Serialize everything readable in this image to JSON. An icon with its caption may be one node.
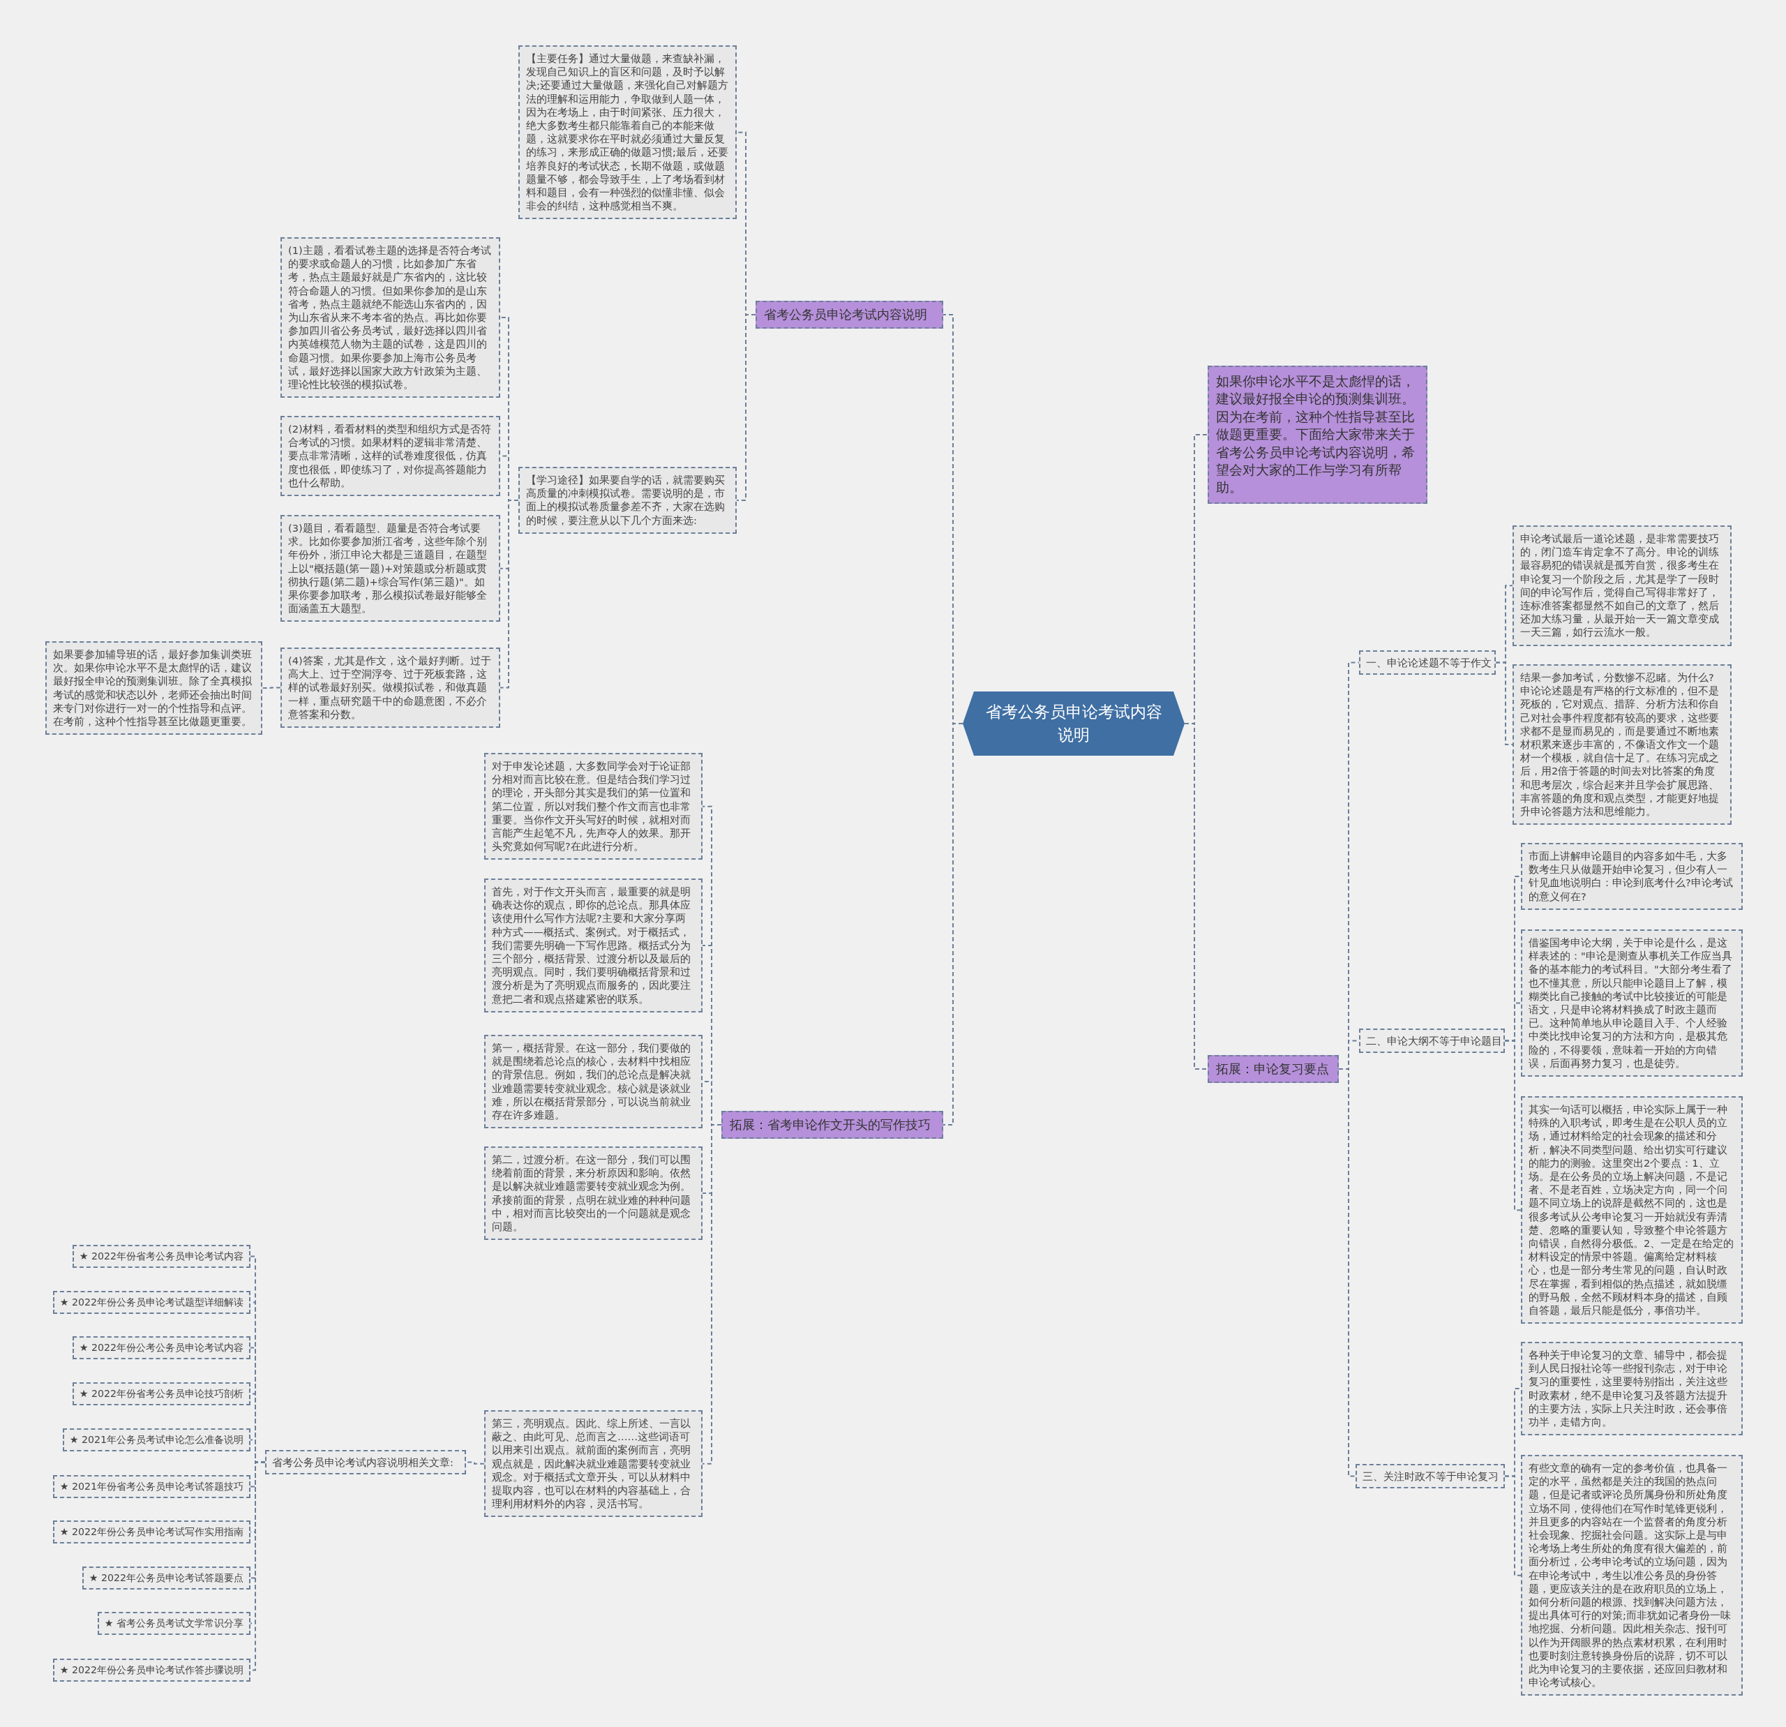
{
  "diagram": {
    "nodes": [
      {
        "text": [
          "省考公务员申论考试内容说明"
        ]
      },
      {
        "text": [
          "省考公务员申论考试内容说明"
        ]
      },
      {
        "text": [
          "【主要任务】通过大量做题，来查缺补漏，发现自己知识上的盲区和问题，及时予以解决;还要通过大量做题，来强化自己对解题方法的理解和运用能力，争取做到人题一体，因为在考场上，由于时间紧张、压力很大，绝大多数考生都只能靠着自己的本能来做题，这就要求你在平时就必须通过大量反复的练习，来形成正确的做题习惯;最后，还要培养良好的考试状态，长期不做题，或做题题量不够，都会导致手生，上了考场看到材料和题目，会有一种强烈的似懂非懂、似会非会的纠结，这种感觉相当不爽。"
        ]
      },
      {
        "text": [
          "【学习途径】如果要自学的话，就需要购买高质量的冲刺模拟试卷。需要说明的是，市面上的模拟试卷质量参差不齐，大家在选购的时候，要注意从以下几个方面来选:"
        ]
      },
      {
        "text": [
          "(1)主题，看看试卷主题的选择是否符合考试的要求或命题人的习惯，比如参加广东省考，热点主题最好就是广东省内的，这比较符合命题人的习惯。但如果你参加的是山东省考，热点主题就绝不能选山东省内的，因为山东省从来不考本省的热点。再比如你要参加四川省公务员考试，最好选择以四川省内英雄模范人物为主题的试卷，这是四川的命题习惯。如果你要参加上海市公务员考试，最好选择以国家大政方针政策为主题、理论性比较强的模拟试卷。"
        ]
      },
      {
        "text": [
          "(2)材料，看看材料的类型和组织方式是否符合考试的习惯。如果材料的逻辑非常清楚、要点非常清晰，这样的试卷难度很低，仿真度也很低，即使练习了，对你提高答题能力也什么帮助。"
        ]
      },
      {
        "text": [
          "(3)题目，看看题型、题量是否符合考试要求。比如你要参加浙江省考，这些年除个别年份外，浙江申论大都是三道题目，在题型上以\"概括题(第一题)+对策题或分析题或贯彻执行题(第二题)+综合写作(第三题)\"。如果你要参加联考，那么模拟试卷最好能够全面涵盖五大题型。"
        ]
      },
      {
        "text": [
          "(4)答案，尤其是作文，这个最好判断。过于高大上、过于空洞浮夸、过于死板套路，这样的试卷最好别买。做模拟试卷，和做真题一样，重点研究题干中的命题意图，不必介意答案和分数。"
        ]
      },
      {
        "text": [
          "如果要参加辅导班的话，最好参加集训类班次。如果你申论水平不是太彪悍的话，建议最好报全申论的预测集训班。除了全真模拟考试的感觉和状态以外，老师还会抽出时间来专门对你进行一对一的个性指导和点评。在考前，这种个性指导甚至比做题更重要。"
        ]
      },
      {
        "text": [
          "拓展：省考申论作文开头的写作技巧"
        ]
      },
      {
        "text": [
          "对于申发论述题，大多数同学会对于论证部分相对而言比较在意。但是结合我们学习过的理论，开头部分其实是我们的第一位置和第二位置，所以对我们整个作文而言也非常重要。当你作文开头写好的时候，就相对而言能产生起笔不凡，先声夺人的效果。那开头究竟如何写呢?在此进行分析。"
        ]
      },
      {
        "text": [
          "首先，对于作文开头而言，最重要的就是明确表达你的观点，即你的总论点。那具体应该使用什么写作方法呢?主要和大家分享两种方式——概括式、案例式。对于概括式，我们需要先明确一下写作思路。概括式分为三个部分，概括背景、过渡分析以及最后的亮明观点。同时，我们要明确概括背景和过渡分析是为了亮明观点而服务的，因此要注意把二者和观点搭建紧密的联系。"
        ]
      },
      {
        "text": [
          "第一，概括背景。在这一部分，我们要做的就是围绕着总论点的核心，去材料中找相应的背景信息。例如，我们的总论点是解决就业难题需要转变就业观念。核心就是谈就业难，所以在概括背景部分，可以说当前就业存在许多难题。"
        ]
      },
      {
        "text": [
          "第二，过渡分析。在这一部分，我们可以围绕着前面的背景，来分析原因和影响。依然是以解决就业难题需要转变就业观念为例。承接前面的背景，点明在就业难的种种问题中，相对而言比较突出的一个问题就是观念问题。"
        ]
      },
      {
        "text": [
          "第三，亮明观点。因此、综上所述、一言以蔽之、由此可见、总而言之……这些词语可以用来引出观点。就前面的案例而言，亮明观点就是，因此解决就业难题需要转变就业观念。对于概括式文章开头，可以从材料中提取内容，也可以在材料的内容基础上，合理利用材料外的内容，灵活书写。"
        ]
      },
      {
        "text": [
          "省考公务员申论考试内容说明相关文章:"
        ]
      },
      {
        "text": [
          "★ 2022年份省考公务员申论考试内容"
        ]
      },
      {
        "text": [
          "★ 2022年份公务员申论考试题型详细解读"
        ]
      },
      {
        "text": [
          "★ 2022年份公考公务员申论考试内容"
        ]
      },
      {
        "text": [
          "★ 2022年份省考公务员申论技巧剖析"
        ]
      },
      {
        "text": [
          "★ 2021年公务员考试申论怎么准备说明"
        ]
      },
      {
        "text": [
          "★ 2021年份省考公务员申论考试答题技巧"
        ]
      },
      {
        "text": [
          "★ 2022年份公务员申论考试写作实用指南"
        ]
      },
      {
        "text": [
          "★ 2022年公务员申论考试答题要点"
        ]
      },
      {
        "text": [
          "★ 省考公务员考试文学常识分享"
        ]
      },
      {
        "text": [
          "★ 2022年份公务员申论考试作答步骤说明"
        ]
      },
      {
        "text": [
          "如果你申论水平不是太彪悍的话，建议最好报全申论的预测集训班。因为在考前，这种个性指导甚至比做题更重要。下面给大家带来关于省考公务员申论考试内容说明，希望会对大家的工作与学习有所帮助。"
        ]
      },
      {
        "text": [
          "拓展：申论复习要点"
        ]
      },
      {
        "text": [
          "一、申论论述题不等于作文"
        ]
      },
      {
        "text": [
          "申论考试最后一道论述题，是非常需要技巧的，闭门造车肯定拿不了高分。申论的训练最容易犯的错误就是孤芳自赏，很多考生在申论复习一个阶段之后，尤其是学了一段时间的申论写作后，觉得自己写得非常好了，连标准答案都显然不如自己的文章了，然后还加大练习量，从最开始一天一篇文章变成一天三篇，如行云流水一般。"
        ]
      },
      {
        "text": [
          "结果一参加考试，分数惨不忍睹。为什么?申论论述题是有严格的行文标准的，但不是死板的，它对观点、措辞、分析方法和你自己对社会事件程度都有较高的要求，这些要求都不是显而易见的，而是要通过不断地素材积累来逐步丰富的，不像语文作文一个题材一个模板，就自信十足了。在练习完成之后，用2倍于答题的时间去对比答案的角度和思考层次，综合起来并且学会扩展思路、丰富答题的角度和观点类型，才能更好地提升申论答题方法和思维能力。"
        ]
      },
      {
        "text": [
          "二、申论大纲不等于申论题目"
        ]
      },
      {
        "text": [
          "市面上讲解申论题目的内容多如牛毛，大多数考生只从做题开始申论复习，但少有人一针见血地说明白：申论到底考什么?申论考试的意义何在?"
        ]
      },
      {
        "text": [
          "借鉴国考申论大纲，关于申论是什么，是这样表述的：\"申论是测查从事机关工作应当具备的基本能力的考试科目。\"大部分考生看了也不懂其意，所以只能申论题目上了解，模糊类比自己接触的考试中比较接近的可能是语文，只是申论将材料换成了时政主题而已。这种简单地从申论题目入手、个人经验中类比找申论复习的方法和方向，是极其危险的，不得要领，意味着一开始的方向错误，后面再努力复习，也是徒劳。"
        ]
      },
      {
        "text": [
          "其实一句话可以概括，申论实际上属于一种特殊的入职考试，即考生是在公职人员的立场，通过材料给定的社会现象的描述和分析，解决不同类型问题、给出切实可行建议的能力的测验。这里突出2个要点：1、立场。是在公务员的立场上解决问题，不是记者、不是老百姓，立场决定方向，同一个问题不同立场上的说辞是截然不同的，这也是很多考试从公考申论复习一开始就没有弄清楚、忽略的重要认知，导致整个申论答题方向错误，自然得分极低。2、一定是在给定的材料设定的情景中答题。偏离给定材料核心，也是一部分考生常见的问题，自认时政尽在掌握，看到相似的热点描述，就如脱缰的野马般，全然不顾材料本身的描述，自顾自答题，最后只能是低分，事倍功半。"
        ]
      },
      {
        "text": [
          "三、关注时政不等于申论复习"
        ]
      },
      {
        "text": [
          "各种关于申论复习的文章、辅导中，都会提到人民日报社论等一些报刊杂志，对于申论复习的重要性，这里要特别指出，关注这些时政素材，绝不是申论复习及答题方法提升的主要方法，实际上只关注时政，还会事倍功半，走错方向。"
        ]
      },
      {
        "text": [
          "有些文章的确有一定的参考价值，也具备一定的水平，虽然都是关注的我国的热点问题，但是记者或评论员所属身份和所处角度立场不同，使得他们在写作时笔锋更锐利，并且更多的内容站在一个监督者的角度分析社会现象、挖掘社会问题。这实际上是与申论考场上考生所处的角度有很大偏差的，前面分析过，公考申论考试的立场问题，因为在申论考试中，考生以准公务员的身份答题，更应该关注的是在政府职员的立场上，如何分析问题的根源、找到解决问题方法，提出具体可行的对策;而非犹如记者身份一味地挖掘、分析问题。因此相关杂志、报刊可以作为开阔眼界的热点素材积累，在利用时也要时刻注意转换身份后的说辞，切不可以此为申论复习的主要依据，还应回归教材和申论考试核心。"
        ]
      }
    ],
    "edges": [
      {
        "from": 0,
        "to": 1,
        "arrow": "none"
      },
      {
        "from": 1,
        "to": 2,
        "arrow": "none"
      },
      {
        "from": 1,
        "to": 3,
        "arrow": "none"
      },
      {
        "from": 3,
        "to": 4,
        "arrow": "none"
      },
      {
        "from": 3,
        "to": 5,
        "arrow": "none"
      },
      {
        "from": 3,
        "to": 6,
        "arrow": "none"
      },
      {
        "from": 3,
        "to": 7,
        "arrow": "none"
      },
      {
        "from": 7,
        "to": 8,
        "arrow": "none"
      },
      {
        "from": 0,
        "to": 9,
        "arrow": "none"
      },
      {
        "from": 9,
        "to": 10,
        "arrow": "none"
      },
      {
        "from": 9,
        "to": 11,
        "arrow": "none"
      },
      {
        "from": 9,
        "to": 12,
        "arrow": "none"
      },
      {
        "from": 9,
        "to": 13,
        "arrow": "none"
      },
      {
        "from": 9,
        "to": 14,
        "arrow": "none"
      },
      {
        "from": 14,
        "to": 15,
        "arrow": "none"
      },
      {
        "from": 15,
        "to": 16,
        "arrow": "none"
      },
      {
        "from": 15,
        "to": 17,
        "arrow": "none"
      },
      {
        "from": 15,
        "to": 18,
        "arrow": "none"
      },
      {
        "from": 15,
        "to": 19,
        "arrow": "none"
      },
      {
        "from": 15,
        "to": 20,
        "arrow": "none"
      },
      {
        "from": 15,
        "to": 21,
        "arrow": "none"
      },
      {
        "from": 15,
        "to": 22,
        "arrow": "none"
      },
      {
        "from": 15,
        "to": 23,
        "arrow": "none"
      },
      {
        "from": 15,
        "to": 24,
        "arrow": "none"
      },
      {
        "from": 15,
        "to": 25,
        "arrow": "none"
      },
      {
        "from": 0,
        "to": 26,
        "arrow": "none"
      },
      {
        "from": 0,
        "to": 27,
        "arrow": "none"
      },
      {
        "from": 27,
        "to": 28,
        "arrow": "none"
      },
      {
        "from": 28,
        "to": 29,
        "arrow": "none"
      },
      {
        "from": 28,
        "to": 30,
        "arrow": "none"
      },
      {
        "from": 27,
        "to": 31,
        "arrow": "none"
      },
      {
        "from": 31,
        "to": 32,
        "arrow": "none"
      },
      {
        "from": 31,
        "to": 33,
        "arrow": "none"
      },
      {
        "from": 31,
        "to": 34,
        "arrow": "none"
      },
      {
        "from": 27,
        "to": 35,
        "arrow": "none"
      },
      {
        "from": 35,
        "to": 36,
        "arrow": "none"
      },
      {
        "from": 35,
        "to": 37,
        "arrow": "none"
      }
    ]
  }
}
